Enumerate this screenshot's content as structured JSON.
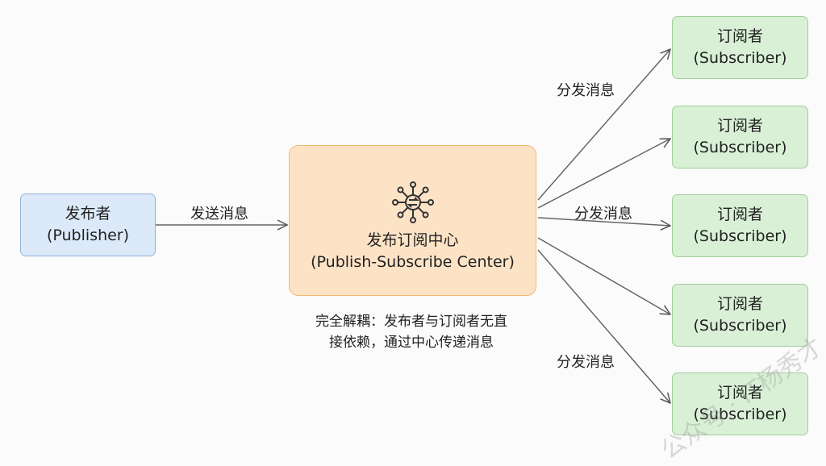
{
  "publisher": {
    "title": "发布者",
    "subtitle": "(Publisher)"
  },
  "send_label": "发送消息",
  "center": {
    "title": "发布订阅中心",
    "subtitle": "(Publish-Subscribe Center)",
    "icon": "hub-exchange-icon"
  },
  "caption": [
    "完全解耦：发布者与订阅者无直",
    "接依赖，通过中心传递消息"
  ],
  "distribute_labels": [
    "分发消息",
    "分发消息",
    "分发消息"
  ],
  "subscribers": [
    {
      "title": "订阅者",
      "subtitle": "(Subscriber)"
    },
    {
      "title": "订阅者",
      "subtitle": "(Subscriber)"
    },
    {
      "title": "订阅者",
      "subtitle": "(Subscriber)"
    },
    {
      "title": "订阅者",
      "subtitle": "(Subscriber)"
    },
    {
      "title": "订阅者",
      "subtitle": "(Subscriber)"
    }
  ],
  "watermark": "公众号 · IT杨秀才"
}
